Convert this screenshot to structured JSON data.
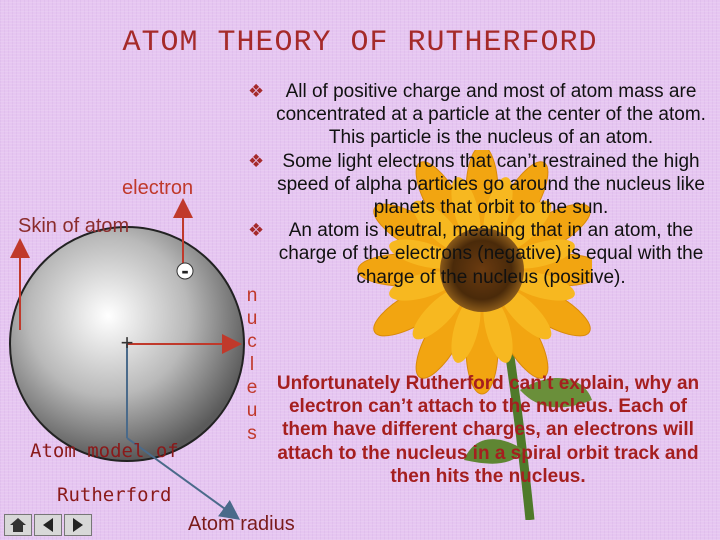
{
  "slide": {
    "title": "ATOM THEORY OF RUTHERFORD"
  },
  "diagram": {
    "electron_label": "electron",
    "skin_label": "Skin of atom",
    "minus_sign": "-",
    "plus_sign": "+",
    "model_label_line1": "Atom model of",
    "model_label_line2": "Rutherford",
    "radius_label": "Atom radius",
    "nucleus_vertical": [
      "n",
      "u",
      "c",
      "l",
      "e",
      "u",
      "s"
    ]
  },
  "bullets": [
    "All of positive charge and most of atom mass are concentrated at a particle at the center of the atom. This particle is the nucleus of an atom.",
    "Some light electrons that can’t restrained the high speed of alpha particles go around the nucleus like planets that orbit to the sun.",
    "An atom is neutral, meaning that in an atom, the charge of the electrons (negative) is equal with the charge of the nucleus (positive)."
  ],
  "note": "Unfortunately Rutherford can’t explain, why an electron can’t attach to the nucleus. Each of them have different charges, an electrons will attach to the nucleus in a spiral orbit track and then hits the nucleus.",
  "colors": {
    "background": "#e6c6f1",
    "title": "#a52a2a",
    "note": "#a51f1f"
  },
  "icons": {
    "bullet": "diamond-bullet-icon",
    "nav": [
      "home-icon",
      "back-icon",
      "forward-icon"
    ]
  }
}
